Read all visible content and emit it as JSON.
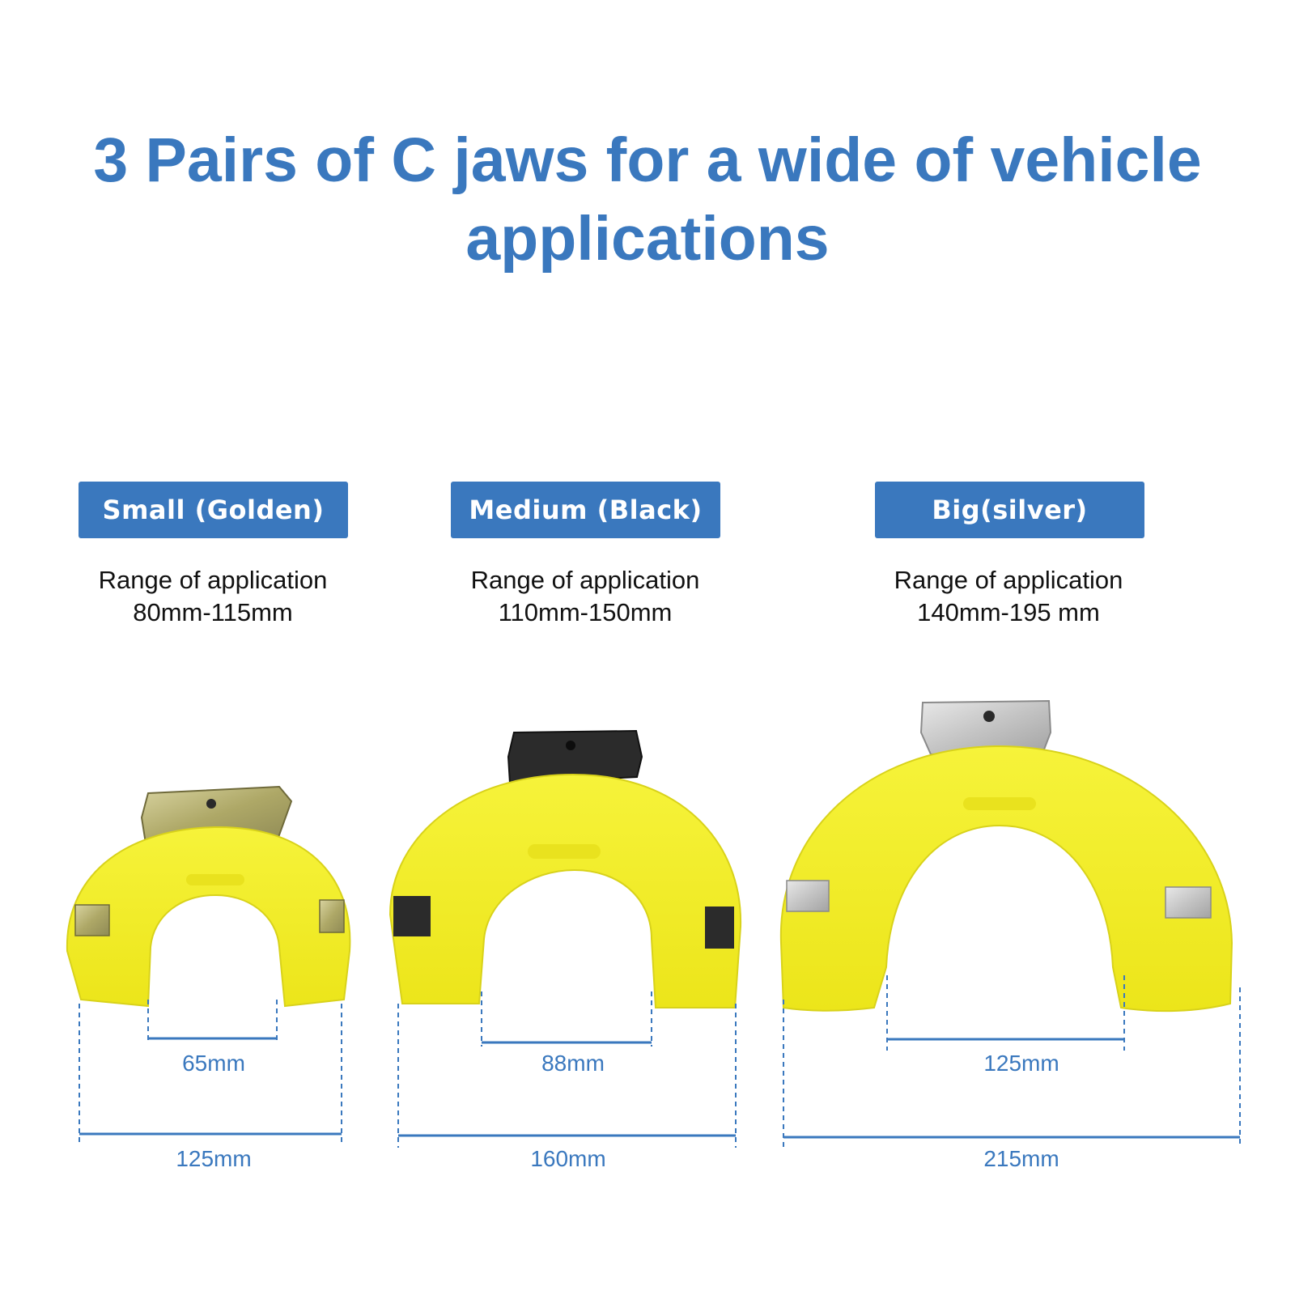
{
  "title": {
    "line1": "3 Pairs of C jaws for a wide of vehicle",
    "line2": "applications"
  },
  "colors": {
    "accent": "#3a78be",
    "jaw_body": "#f2ee1c",
    "small_plate": "#b8b070",
    "medium_plate": "#2b2b2b",
    "big_plate": "#c9c9c9"
  },
  "jaws": [
    {
      "size_label": "Small (Golden)",
      "range_heading": "Range of application",
      "range_value": "80mm-115mm",
      "inner_width": "65mm",
      "outer_width": "125mm"
    },
    {
      "size_label": "Medium (Black)",
      "range_heading": "Range of application",
      "range_value": "110mm-150mm",
      "inner_width": "88mm",
      "outer_width": "160mm"
    },
    {
      "size_label": "Big(silver)",
      "range_heading": "Range of application",
      "range_value": "140mm-195 mm",
      "inner_width": "125mm",
      "outer_width": "215mm"
    }
  ]
}
